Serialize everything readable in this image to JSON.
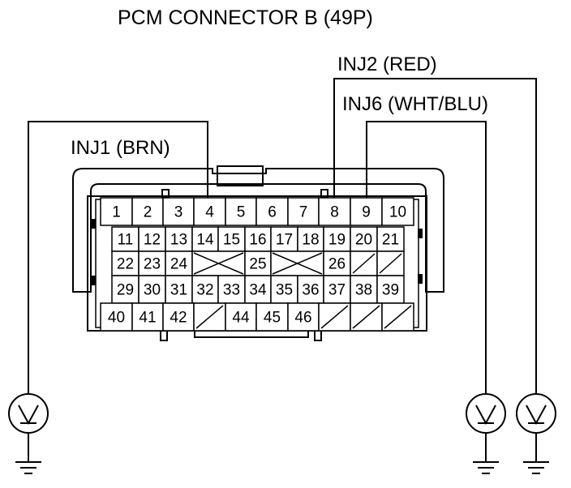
{
  "title": "PCM CONNECTOR B (49P)",
  "wires": {
    "inj1": "INJ1 (BRN)",
    "inj2": "INJ2 (RED)",
    "inj6": "INJ6 (WHT/BLU)"
  },
  "rows": [
    [
      "1",
      "2",
      "3",
      "4",
      "5",
      "6",
      "7",
      "8",
      "9",
      "10"
    ],
    [
      "11",
      "12",
      "13",
      "14",
      "15",
      "16",
      "17",
      "18",
      "19",
      "20",
      "21"
    ],
    [
      "22",
      "23",
      "24",
      "25",
      "26"
    ],
    [
      "29",
      "30",
      "31",
      "32",
      "33",
      "34",
      "35",
      "36",
      "37",
      "38",
      "39"
    ],
    [
      "40",
      "41",
      "42",
      "44",
      "45",
      "46"
    ]
  ]
}
